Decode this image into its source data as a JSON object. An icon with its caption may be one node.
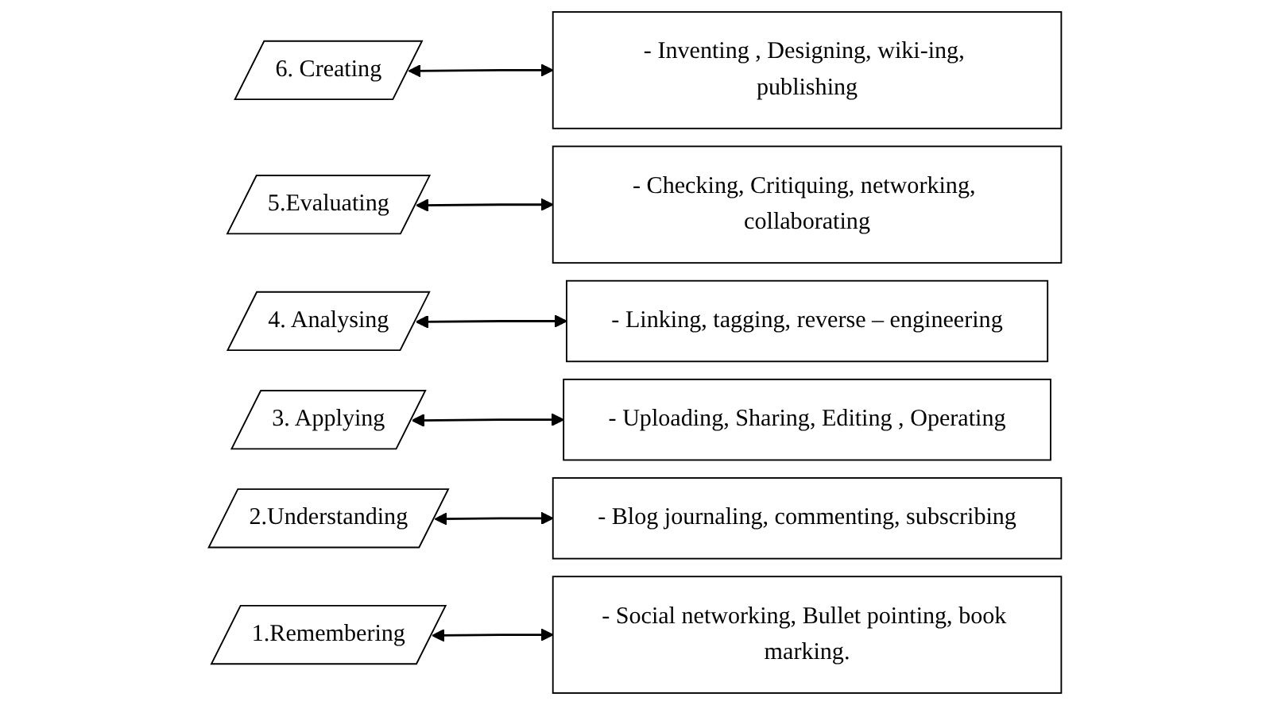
{
  "diagram": {
    "nodes": [
      {
        "text": [
          "6. Creating"
        ]
      },
      {
        "text": [
          "- Inventing , Designing, wiki-ing, publishing"
        ]
      },
      {
        "text": [
          "5.Evaluating"
        ]
      },
      {
        "text": [
          "- Checking, Critiquing, networking, collaborating"
        ]
      },
      {
        "text": [
          "4. Analysing"
        ]
      },
      {
        "text": [
          "- Linking, tagging, reverse – engineering"
        ]
      },
      {
        "text": [
          "3. Applying"
        ]
      },
      {
        "text": [
          "- Uploading, Sharing, Editing , Operating"
        ]
      },
      {
        "text": [
          "2.Understanding"
        ]
      },
      {
        "text": [
          "- Blog journaling, commenting, subscribing"
        ]
      },
      {
        "text": [
          "1.Remembering"
        ]
      },
      {
        "text": [
          "- Social networking, Bullet pointing, book marking."
        ]
      }
    ],
    "edges": [
      {
        "from": 0,
        "to": 1,
        "arrow": "both"
      },
      {
        "from": 2,
        "to": 3,
        "arrow": "both"
      },
      {
        "from": 4,
        "to": 5,
        "arrow": "both"
      },
      {
        "from": 6,
        "to": 7,
        "arrow": "both"
      },
      {
        "from": 8,
        "to": 9,
        "arrow": "both"
      },
      {
        "from": 10,
        "to": 11,
        "arrow": "both"
      }
    ]
  }
}
